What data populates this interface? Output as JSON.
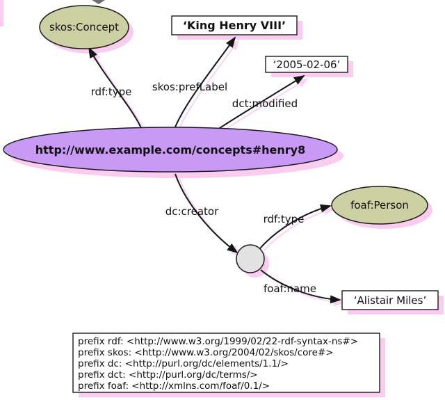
{
  "diagram": {
    "title": "RDF graph of a SKOS concept example",
    "nodes": {
      "concept_class": {
        "label": "skos:Concept",
        "type": "class-ellipse"
      },
      "subject_resource": {
        "label": "http://www.example.com/concepts#henry8",
        "type": "resource-ellipse"
      },
      "person_class": {
        "label": "foaf:Person",
        "type": "class-ellipse"
      },
      "blank_node": {
        "label": "",
        "type": "blank-node-circle"
      },
      "pref_label_literal": {
        "label": "‘King Henry VIII’",
        "type": "literal-box"
      },
      "modified_literal": {
        "label": "‘2005-02-06’",
        "type": "literal-box"
      },
      "name_literal": {
        "label": "‘Alistair Miles’",
        "type": "literal-box"
      }
    },
    "edges": {
      "rdf_type_concept": {
        "label": "rdf:type"
      },
      "skos_preflabel": {
        "label": "skos:prefLabel"
      },
      "dct_modified": {
        "label": "dct:modified"
      },
      "dc_creator": {
        "label": "dc:creator"
      },
      "rdf_type_person": {
        "label": "rdf:type"
      },
      "foaf_name": {
        "label": "foaf:name"
      }
    },
    "prefixes": {
      "lines": [
        "prefix rdf: <http://www.w3.org/1999/02/22-rdf-syntax-ns#>",
        "prefix skos: <http://www.w3.org/2004/02/skos/core#>",
        "prefix dc: <http://purl.org/dc/elements/1.1/>",
        "prefix dct: <http://purl.org/dc/terms/>",
        "prefix foaf: <http://xmlns.com/foaf/0.1/>"
      ]
    },
    "colors": {
      "class_node_fill": "#ccd1a3",
      "resource_node_fill": "#c99af5",
      "blank_node_fill": "#e2e2e2",
      "literal_box_fill": "#ffffff",
      "shadow_pink": "#f9ccf0",
      "edge_echo_pink": "#fbd4f3"
    }
  }
}
